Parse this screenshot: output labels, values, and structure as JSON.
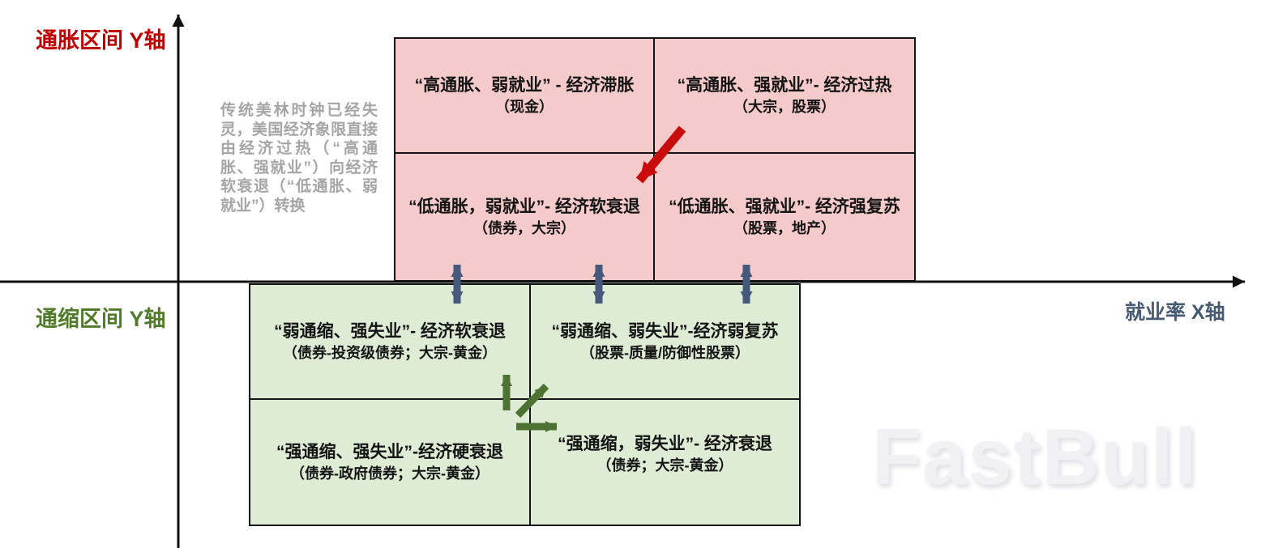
{
  "axis_labels": {
    "inflation": "通胀区间 Y轴",
    "deflation": "通缩区间 Y轴",
    "employment": "就业率 X轴"
  },
  "note": "传统美林时钟已经失灵，美国经济象限直接由经济过热（“高通胀、强就业”）向经济软衰退（“低通胀、弱就业”）转换",
  "inflation_grid": {
    "stagflation": {
      "title": "“高通胀、弱就业” - 经济滞胀",
      "assets": "（现金）"
    },
    "overheat": {
      "title": "“高通胀、强就业”- 经济过热",
      "assets": "（大宗，股票）"
    },
    "soft_recession": {
      "title": "“低通胀，弱就业”- 经济软衰退",
      "assets": "（债券，大宗）"
    },
    "strong_recovery": {
      "title": "“低通胀、强就业”- 经济强复苏",
      "assets": "（股票，地产）"
    }
  },
  "deflation_grid": {
    "soft_recession": {
      "title": "“弱通缩、强失业”- 经济软衰退",
      "assets": "（债券-投资级债券；大宗-黄金）"
    },
    "weak_recovery": {
      "title": "“弱通缩、弱失业”-经济弱复苏",
      "assets": "（股票-质量/防御性股票）"
    },
    "hard_recession": {
      "title": "“强通缩、强失业”-经济硬衰退",
      "assets": "（债券-政府债券；大宗-黄金）"
    },
    "recession": {
      "title": "“强通缩，弱失业”- 经济衰退",
      "assets": "（债券；大宗-黄金）"
    }
  },
  "watermark": "FastBull",
  "colors": {
    "inflation_fill": "#f5caca",
    "deflation_fill": "#deecd6",
    "inflation_label": "#c00000",
    "deflation_label": "#507b2b",
    "employment_label": "#465a71",
    "grid_line": "#141414",
    "transition_arrow_red": "#c80b0b",
    "cross_axis_arrow_blue": "#47597a",
    "deflation_arrow_green": "#4e7231",
    "note_text": "#a5a5a5"
  }
}
